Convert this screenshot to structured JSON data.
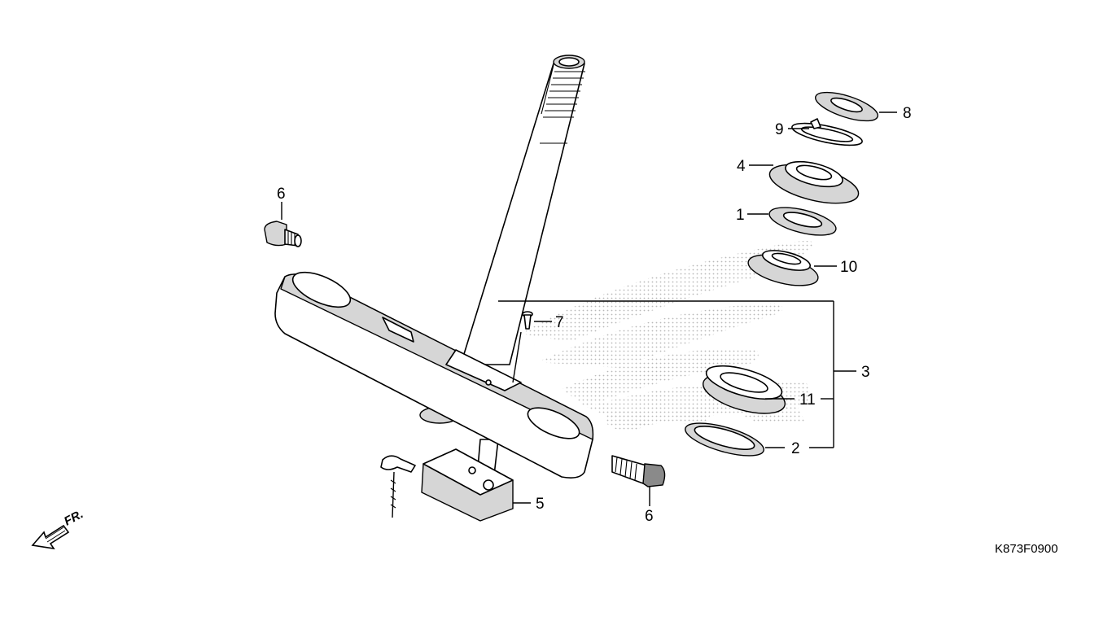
{
  "diagram": {
    "callouts": {
      "c1": "1",
      "c2": "2",
      "c3": "3",
      "c4": "4",
      "c5": "5",
      "c6a": "6",
      "c6b": "6",
      "c7": "7",
      "c8": "8",
      "c9": "9",
      "c10": "10",
      "c11": "11"
    },
    "code": "K873F0900",
    "fr": "FR."
  },
  "colors": {
    "line": "#000000",
    "shade": "#d6d6d6",
    "watermark": "#b8b8b8"
  },
  "icons": {
    "front-direction": "arrow-down-left-icon",
    "watermark": "wing-logo-watermark"
  }
}
